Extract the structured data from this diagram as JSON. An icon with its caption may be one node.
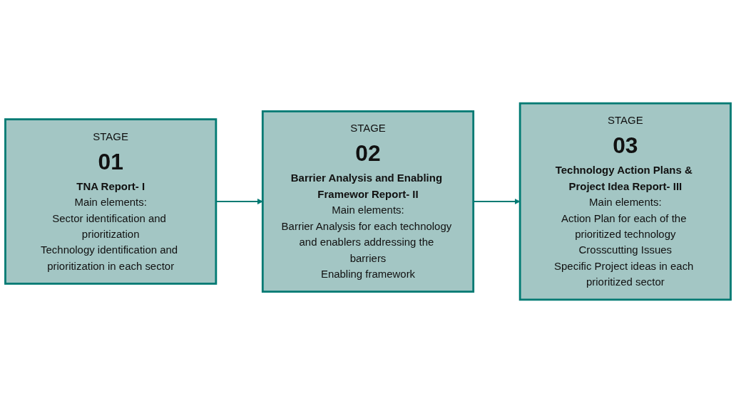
{
  "diagram": {
    "nodes": [
      {
        "text": [
          "STAGE",
          "01",
          "TNA Report- I",
          "Main elements:",
          "Sector identification and prioritization",
          "Technology identification and prioritization in each sector"
        ]
      },
      {
        "text": [
          "STAGE",
          "02",
          "Barrier Analysis and Enabling Framewor Report- II",
          "Main elements:",
          "Barrier Analysis for each technology and enablers addressing the barriers",
          "Enabling framework"
        ]
      },
      {
        "text": [
          "STAGE",
          "03",
          "Technology Action Plans & Project Idea Report- III",
          "Main elements:",
          "Action Plan for each of the prioritized technology",
          "Crosscutting Issues",
          "Specific Project ideas in each prioritized sector"
        ]
      }
    ],
    "edges": [
      {
        "from": 0,
        "to": 1,
        "arrow": "to"
      },
      {
        "from": 1,
        "to": 2,
        "arrow": "to"
      }
    ]
  }
}
